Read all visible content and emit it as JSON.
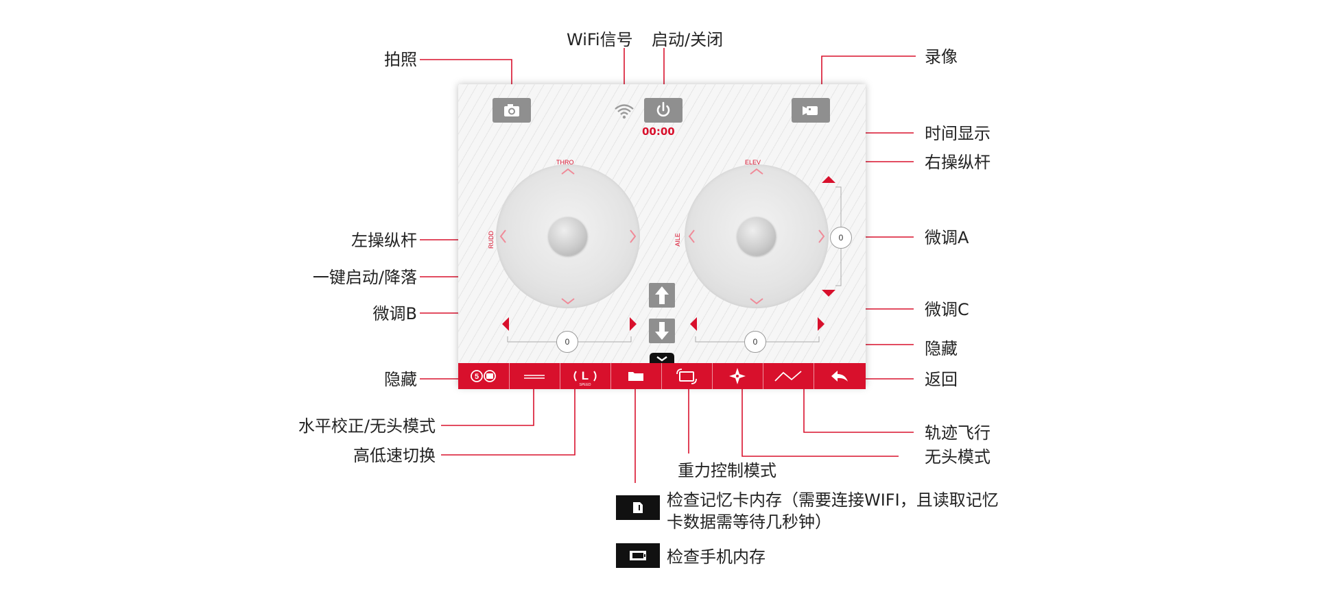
{
  "labels": {
    "photo": "拍照",
    "wifi": "WiFi信号",
    "power": "启动/关闭",
    "record": "录像",
    "time_display": "时间显示",
    "right_stick": "右操纵杆",
    "left_stick": "左操纵杆",
    "one_key": "一键启动/降落",
    "trim_a": "微调A",
    "trim_b": "微调B",
    "trim_c": "微调C",
    "hide_right": "隐藏",
    "hide_left": "隐藏",
    "back": "返回",
    "level_headless": "水平校正/无头模式",
    "speed_switch": "高低速切换",
    "trajectory": "轨迹飞行",
    "headless": "无头模式",
    "gravity": "重力控制模式",
    "check_card": "检查记忆卡内存（需要连接WIFI，且读取记忆卡数据需等待几秒钟）",
    "check_card_line1": "检查记忆卡内存（需要连接WIFI，且读取记忆",
    "check_card_line2": "卡数据需等待几秒钟）",
    "check_phone": "检查手机内存"
  },
  "screen": {
    "clock": "00:00",
    "left_stick": {
      "top_label": "THRO",
      "side_label": "RUDD"
    },
    "right_stick": {
      "top_label": "ELEV",
      "side_label": "AILE"
    },
    "trim_a_value": "0",
    "trim_b_value": "0",
    "trim_c_value": "0",
    "speed_icon_text": "L",
    "speed_icon_sub": "SPEED",
    "toolbar_items": [
      "hide-icons",
      "level-calibration",
      "speed-switch",
      "folder",
      "gravity-rotate",
      "headless-compass",
      "trajectory",
      "back-arrow"
    ]
  },
  "colors": {
    "accent": "#d8102c",
    "button_gray": "#8f8f8f",
    "text": "#222222"
  }
}
